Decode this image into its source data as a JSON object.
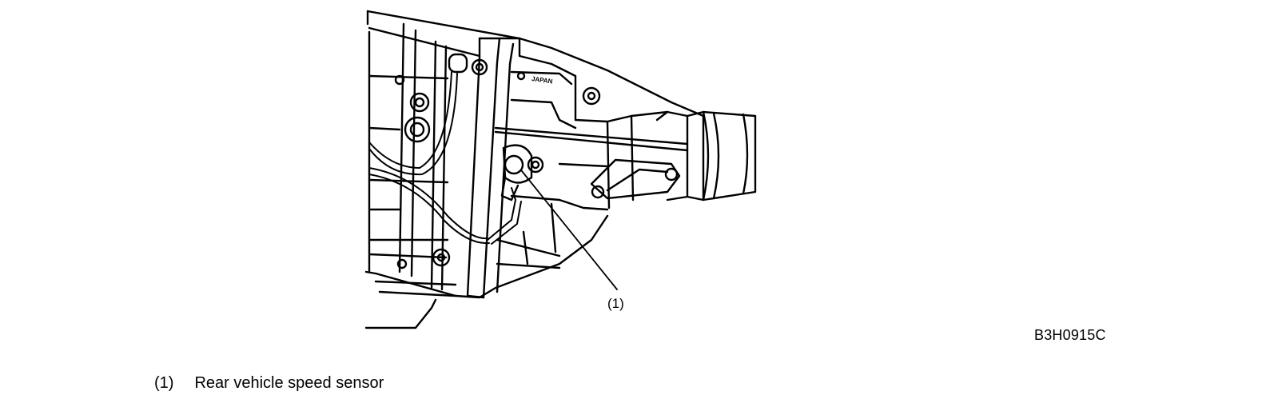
{
  "diagram": {
    "callout": "(1)",
    "figure_code": "B3H0915C",
    "stamp_text": "JAPAN"
  },
  "legend": {
    "items": [
      {
        "number": "(1)",
        "label": "Rear vehicle speed sensor"
      }
    ]
  }
}
